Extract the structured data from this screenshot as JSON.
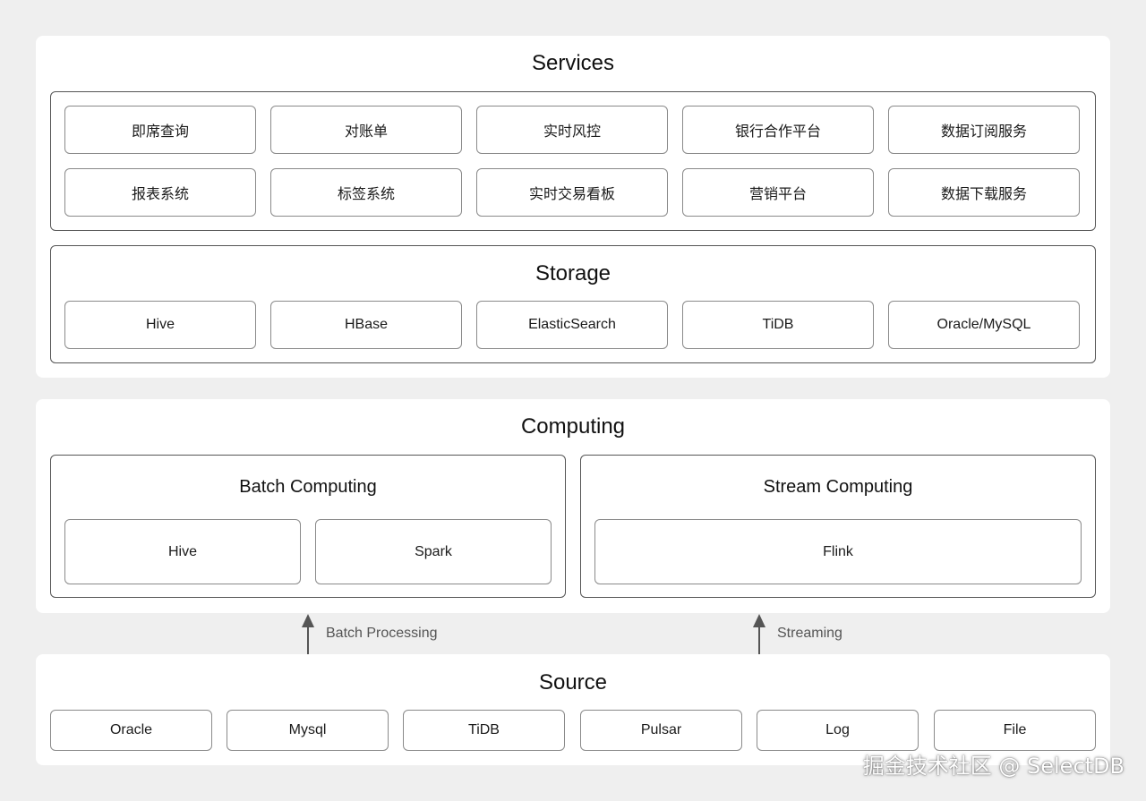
{
  "services": {
    "title": "Services",
    "items": [
      "即席查询",
      "对账单",
      "实时风控",
      "银行合作平台",
      "数据订阅服务",
      "报表系统",
      "标签系统",
      "实时交易看板",
      "营销平台",
      "数据下载服务"
    ]
  },
  "storage": {
    "title": "Storage",
    "items": [
      "Hive",
      "HBase",
      "ElasticSearch",
      "TiDB",
      "Oracle/MySQL"
    ]
  },
  "computing": {
    "title": "Computing",
    "batch": {
      "title": "Batch Computing",
      "items": [
        "Hive",
        "Spark"
      ]
    },
    "stream": {
      "title": "Stream Computing",
      "items": [
        "Flink"
      ]
    }
  },
  "flows": {
    "batch_label": "Batch Processing",
    "stream_label": "Streaming"
  },
  "source": {
    "title": "Source",
    "items": [
      "Oracle",
      "Mysql",
      "TiDB",
      "Pulsar",
      "Log",
      "File"
    ]
  },
  "watermark": "掘金技术社区 @ SelectDB",
  "colors": {
    "background": "#efefef",
    "panel": "#ffffff",
    "group_border": "#555555",
    "box_border": "#8a8a8a",
    "arrow": "#555555"
  }
}
